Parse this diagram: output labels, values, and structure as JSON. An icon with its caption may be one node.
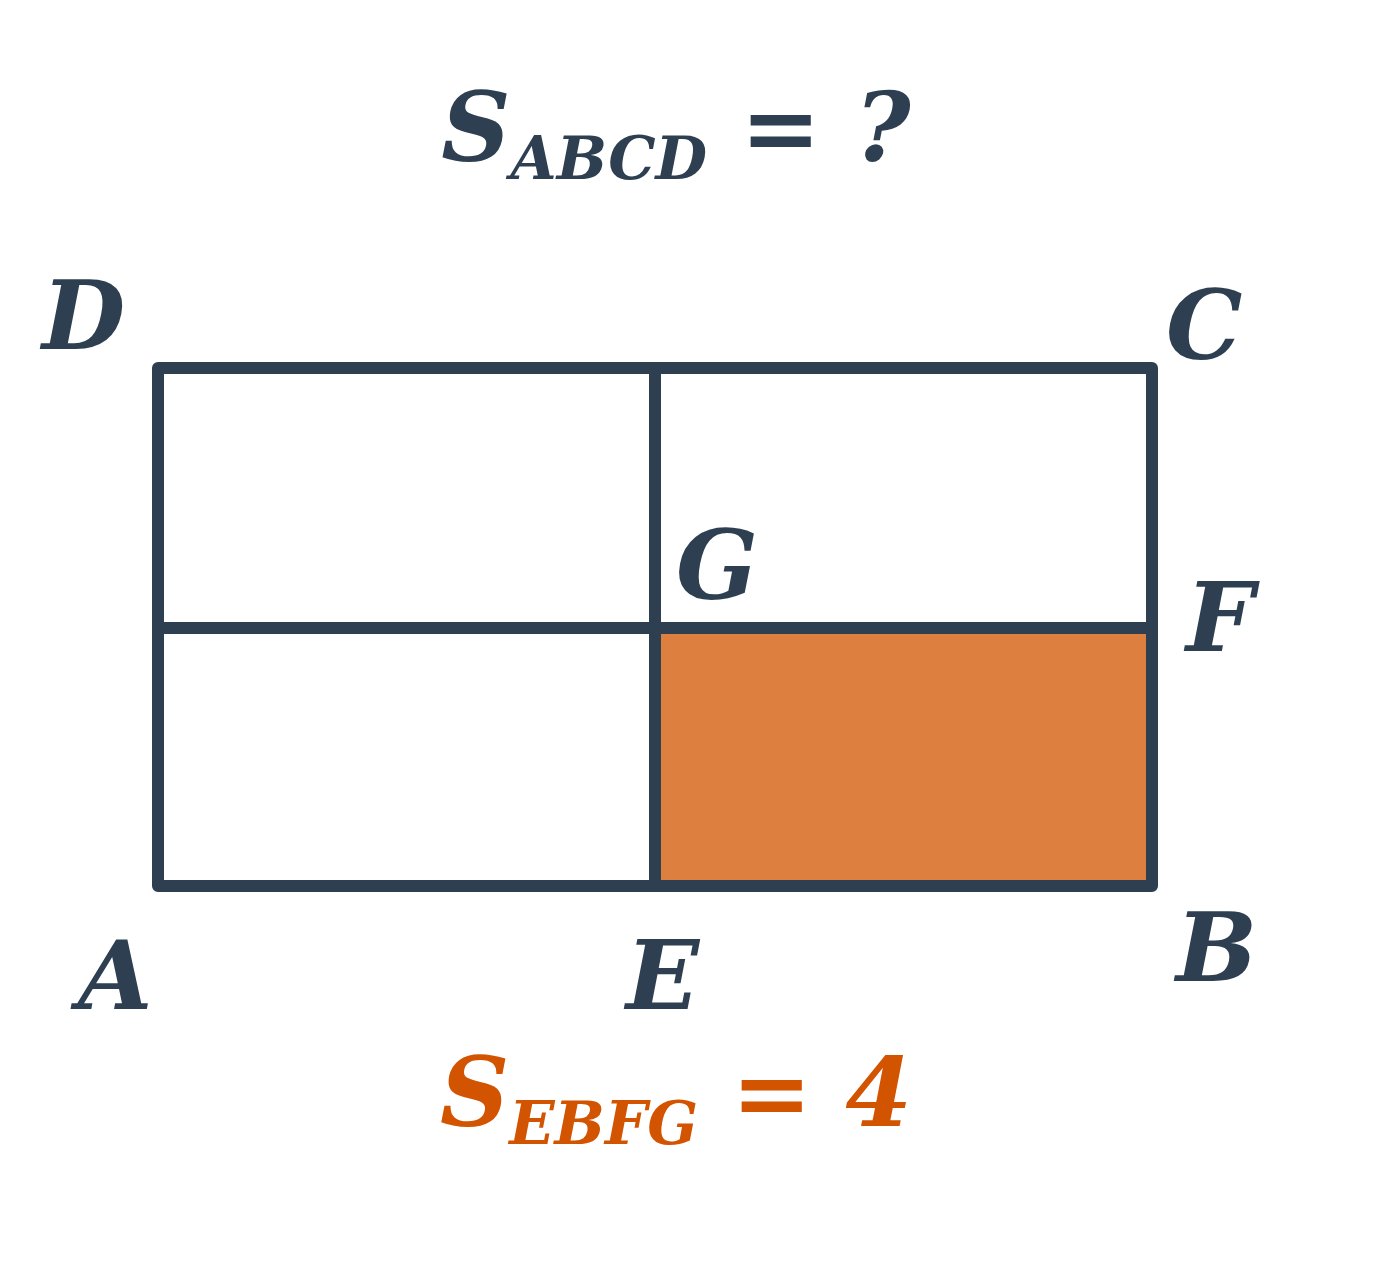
{
  "diagram": {
    "title": "S$_{ABCD}$ = ?",
    "labels": [
      "D",
      "C",
      "G",
      "F",
      "A",
      "E",
      "B",
      "S$_{EBFG}$ = 4"
    ]
  }
}
